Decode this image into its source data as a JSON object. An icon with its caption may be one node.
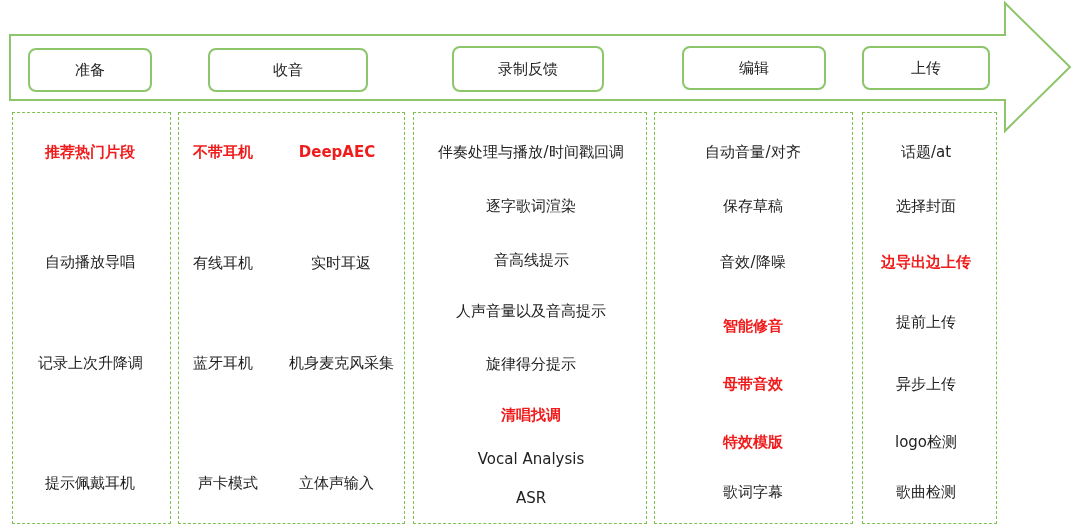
{
  "diagram": {
    "nodes": [
      {
        "text": [],
        "shape": "arrow"
      },
      {
        "text": [
          "准备"
        ],
        "in": 0
      },
      {
        "text": [
          "收音"
        ],
        "in": 0
      },
      {
        "text": [
          "录制反馈"
        ],
        "in": 0
      },
      {
        "text": [
          "编辑"
        ],
        "in": 0
      },
      {
        "text": [
          "上传"
        ],
        "in": 0
      },
      {
        "text": [
          "**推荐热门片段**",
          "自动播放导唱",
          "记录上次升降调",
          "提示佩戴耳机"
        ]
      },
      {
        "text": [
          "**不带耳机**",
          "**DeepAEC**",
          "有线耳机",
          "实时耳返",
          "蓝牙耳机",
          "机身麦克风采集",
          "声卡模式",
          "立体声输入"
        ]
      },
      {
        "text": [
          "伴奏处理与播放/时间戳回调",
          "逐字歌词渲染",
          "音高线提示",
          "人声音量以及音高提示",
          "旋律得分提示",
          "**清唱找调**",
          "Vocal Analysis",
          "ASR"
        ]
      },
      {
        "text": [
          "自动音量/对齐",
          "保存草稿",
          "音效/降噪",
          "**智能修音**",
          "**母带音效**",
          "**特效模版**",
          "歌词字幕"
        ]
      },
      {
        "text": [
          "话题/at",
          "选择封面",
          "**边导出边上传**",
          "提前上传",
          "异步上传",
          "logo检测",
          "歌曲检测"
        ]
      }
    ],
    "edges": []
  }
}
